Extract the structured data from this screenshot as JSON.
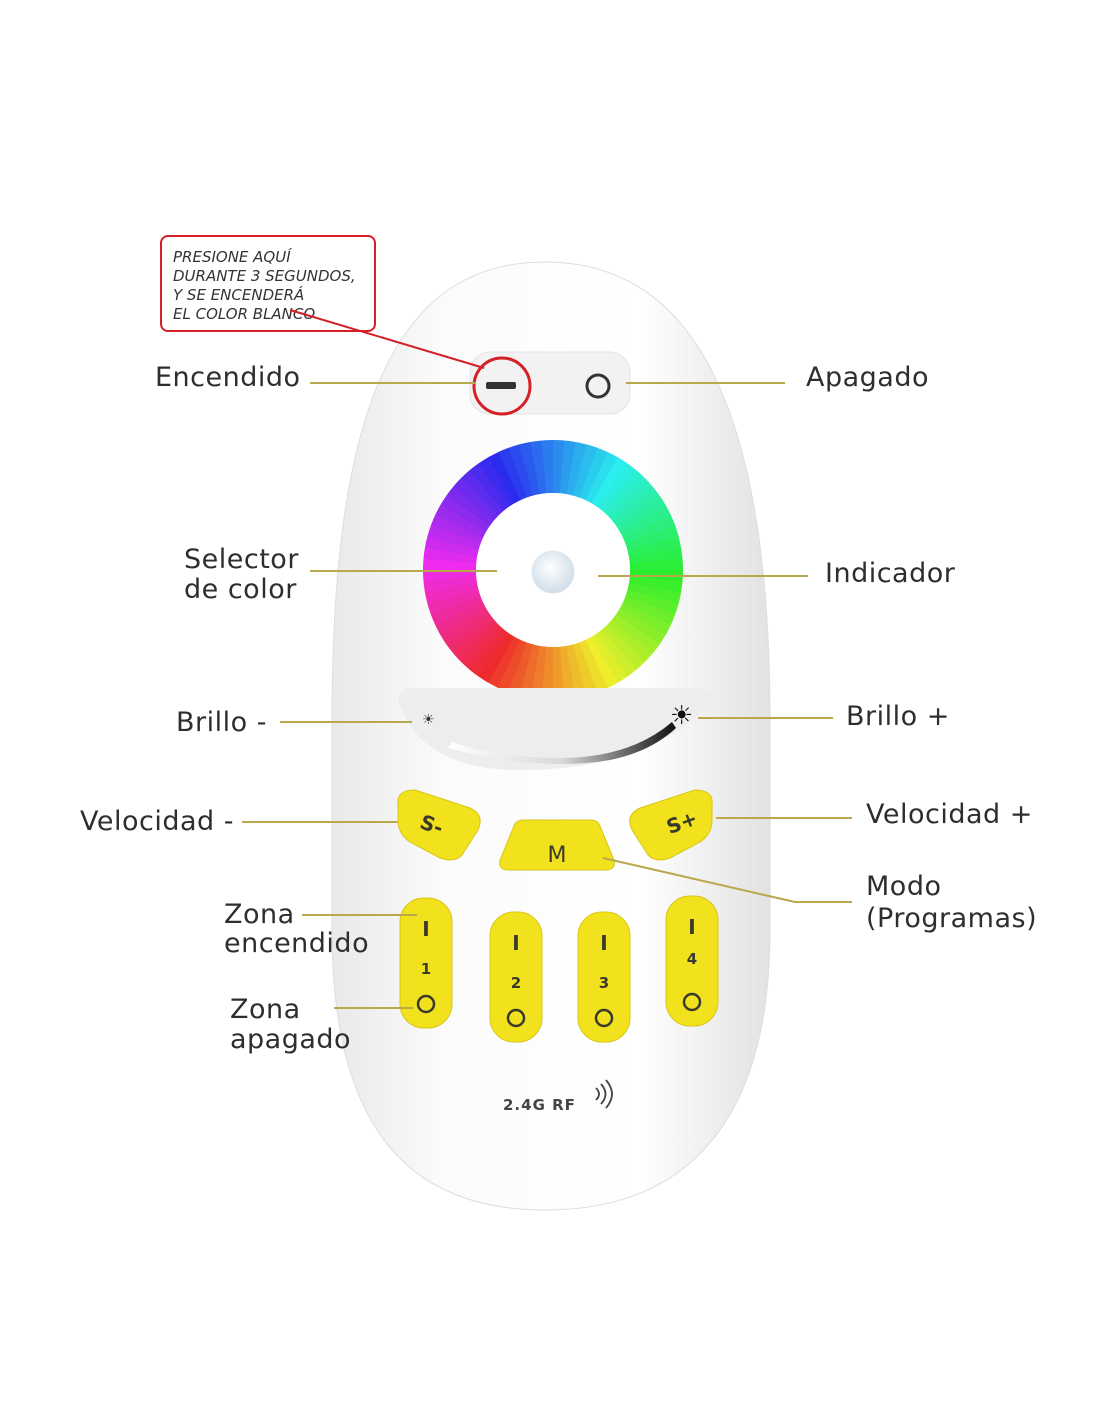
{
  "note": {
    "lines": [
      "PRESIONE AQUÍ",
      "DURANTE 3 SEGUNDOS,",
      "Y SE ENCENDERÁ",
      "EL COLOR BLANCO"
    ],
    "border_color": "#d62027"
  },
  "labels": {
    "encendido": "Encendido",
    "apagado": "Apagado",
    "selector_1": "Selector",
    "selector_2": "de color",
    "indicador": "Indicador",
    "brillo_minus": "Brillo -",
    "brillo_plus": "Brillo +",
    "velocidad_minus": "Velocidad -",
    "velocidad_plus": "Velocidad +",
    "modo_1": "Modo",
    "modo_2": "(Programas)",
    "zona_enc_1": "Zona",
    "zona_enc_2": "encendido",
    "zona_apa_1": "Zona",
    "zona_apa_2": "apagado"
  },
  "remote": {
    "speed_minus": "S-",
    "speed_plus": "S+",
    "mode": "M",
    "zones": [
      {
        "on": "I",
        "number": "1",
        "off": "O"
      },
      {
        "on": "I",
        "number": "2",
        "off": "O"
      },
      {
        "on": "I",
        "number": "3",
        "off": "O"
      },
      {
        "on": "I",
        "number": "4",
        "off": "O"
      }
    ],
    "rf_text": "2.4G RF",
    "button_color": "#f2e21e",
    "leader_color": "#b9a84e"
  }
}
